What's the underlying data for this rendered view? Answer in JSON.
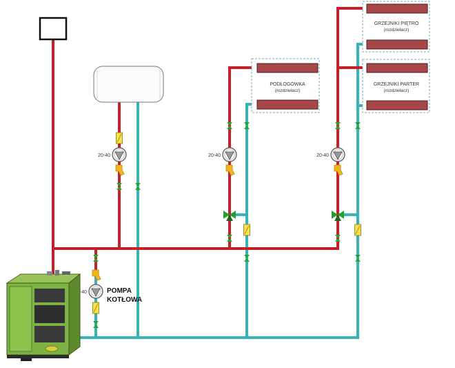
{
  "colors": {
    "supply": "#c8202a",
    "return": "#35b3b8",
    "valve_green": "#29a329",
    "valve_yellow": "#f2b51c",
    "radiator": "#a8474a",
    "boiler": "#7cb342"
  },
  "labels": {
    "pump_main": "20-40",
    "pump_floor": "20-40",
    "pump_rad": "20-40",
    "pump_boiler": "20-40",
    "pompa_line1": "POMPA",
    "pompa_line2": "KOTŁOWA",
    "floor_title": "PODŁOGÓWKA",
    "floor_sub": "(rozdzielacz)",
    "upper_title": "GRZEJNIKI PIĘTRO",
    "upper_sub": "(rozdzielacz)",
    "ground_title": "GRZEJNIKI PARTER",
    "ground_sub": "(rozdzielacz)"
  },
  "icons": {
    "pump": "circulation-pump-icon",
    "ball_valve": "ball-valve-icon",
    "three_way_valve": "three-way-mixing-valve-icon",
    "filter": "y-strainer-icon",
    "flow_meter": "flow-meter-icon"
  }
}
